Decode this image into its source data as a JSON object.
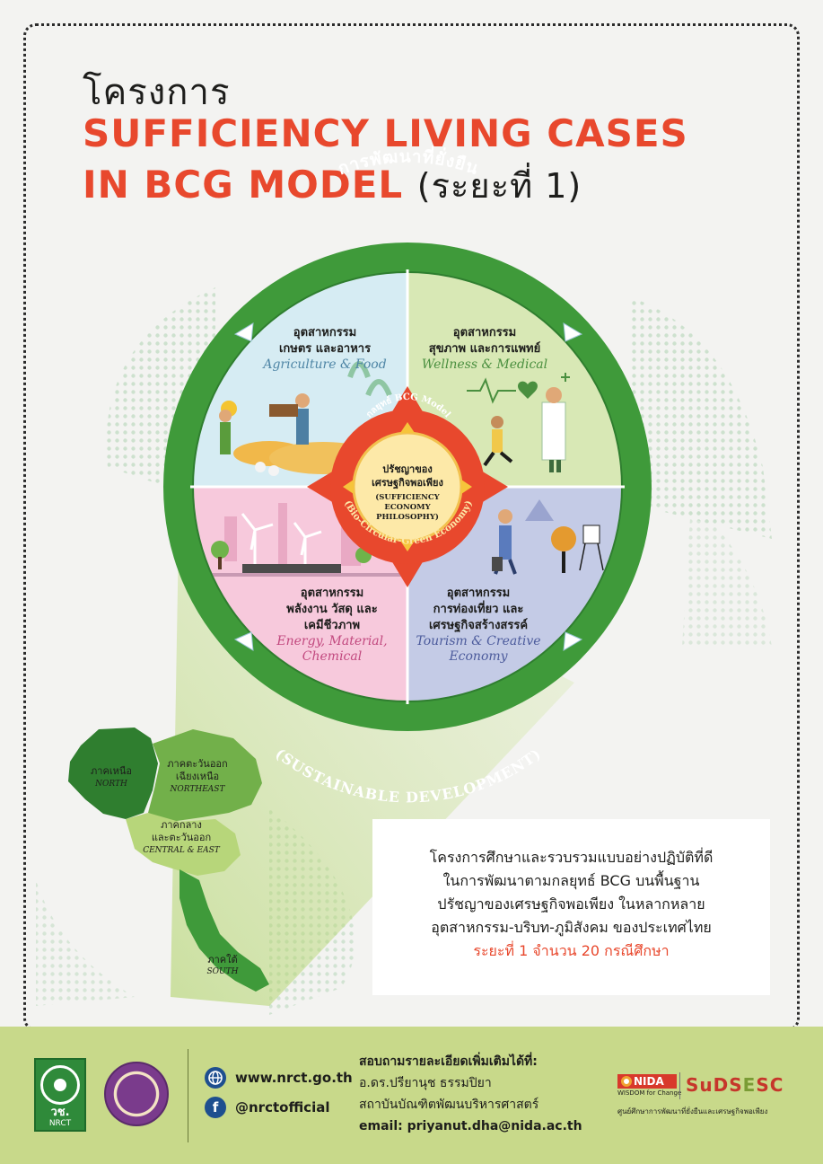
{
  "header": {
    "title_prefix": "โครงการ",
    "title_line1": "SUFFICIENCY LIVING CASES",
    "title_line2": "IN BCG MODEL",
    "title_phase": "(ระยะที่ 1)"
  },
  "wheel": {
    "ring_top": "การพัฒนาที่ยั่งยืน",
    "ring_bottom": "(SUSTAINABLE DEVELOPMENT)",
    "quadrants": [
      {
        "title_1": "อุตสาหกรรม",
        "title_2": "เกษตร และอาหาร",
        "en_1": "Agriculture & Food",
        "en_2": "",
        "bg": "#d6ecf3",
        "en_color": "#4f86a6"
      },
      {
        "title_1": "อุตสาหกรรม",
        "title_2": "สุขภาพ และการแพทย์",
        "en_1": "Wellness & Medical",
        "en_2": "",
        "bg": "#d8e8b5",
        "en_color": "#4a8f3f"
      },
      {
        "title_1": "อุตสาหกรรม",
        "title_2": "พลังงาน วัสดุ และ",
        "title_3": "เคมีชีวภาพ",
        "en_1": "Energy, Material,",
        "en_2": "Chemical",
        "bg": "#f7c9dc",
        "en_color": "#c2497f"
      },
      {
        "title_1": "อุตสาหกรรม",
        "title_2": "การท่องเที่ยว และ",
        "title_3": "เศรษฐกิจสร้างสรรค์",
        "en_1": "Tourism & Creative",
        "en_2": "Economy",
        "bg": "#c4cbe6",
        "en_color": "#4c5b9c"
      }
    ],
    "center": {
      "arc_top": "กลยุทธ์ BCG Model",
      "arc_bottom": "(Bio-Circular-Green Economy)",
      "line1": "ปรัชญาของ",
      "line2": "เศรษฐกิจพอเพียง",
      "line3": "(SUFFICIENCY",
      "line4": "ECONOMY",
      "line5": "PHILOSOPHY)"
    }
  },
  "map": {
    "regions": [
      {
        "th": "ภาคเหนือ",
        "en": "NORTH"
      },
      {
        "th_1": "ภาคตะวันออก",
        "th_2": "เฉียงเหนือ",
        "en": "NORTHEAST"
      },
      {
        "th_1": "ภาคกลาง",
        "th_2": "และตะวันออก",
        "en": "CENTRAL & EAST"
      },
      {
        "th": "ภาคใต้",
        "en": "SOUTH"
      }
    ]
  },
  "info": {
    "line1": "โครงการศึกษาและรวบรวมแบบอย่างปฏิบัติที่ดี",
    "line2": "ในการพัฒนาตามกลยุทธ์ BCG บนพื้นฐาน",
    "line3": "ปรัชญาของเศรษฐกิจพอเพียง ในหลากหลาย",
    "line4": "อุตสาหกรรม-บริบท-ภูมิสังคม ของประเทศไทย",
    "highlight": "ระยะที่ 1 จำนวน 20 กรณีศึกษา"
  },
  "footer": {
    "nrct_th": "วช.",
    "nrct_en": "NRCT",
    "website": "www.nrct.go.th",
    "facebook": "@nrctofficial",
    "facebook_glyph": "f",
    "ask_title": "สอบถามรายละเอียดเพิ่มเติมได้ที่:",
    "contact_name": "อ.ดร.ปรียานุช ธรรมปิยา",
    "institute": "สถาบันบัณฑิตพัฒนบริหารศาสตร์",
    "email": "email: priyanut.dha@nida.ac.th",
    "nida": "NIDA",
    "nida_tagline": "WISDOM for Change",
    "sudsesc_1": "SuDS",
    "sudsesc_2": "E",
    "sudsesc_3": "SC",
    "center_caption": "ศูนย์ศึกษาการพัฒนาที่ยั่งยืนและเศรษฐกิจพอเพียง"
  },
  "colors": {
    "accent_red": "#e8482d",
    "ring_green": "#3f9a3a",
    "center_red": "#e8482d",
    "center_yellow": "#fde9a8",
    "footer_green": "#c8d98a"
  },
  "icons": [
    "globe-icon",
    "facebook-icon",
    "arrow-icon"
  ]
}
